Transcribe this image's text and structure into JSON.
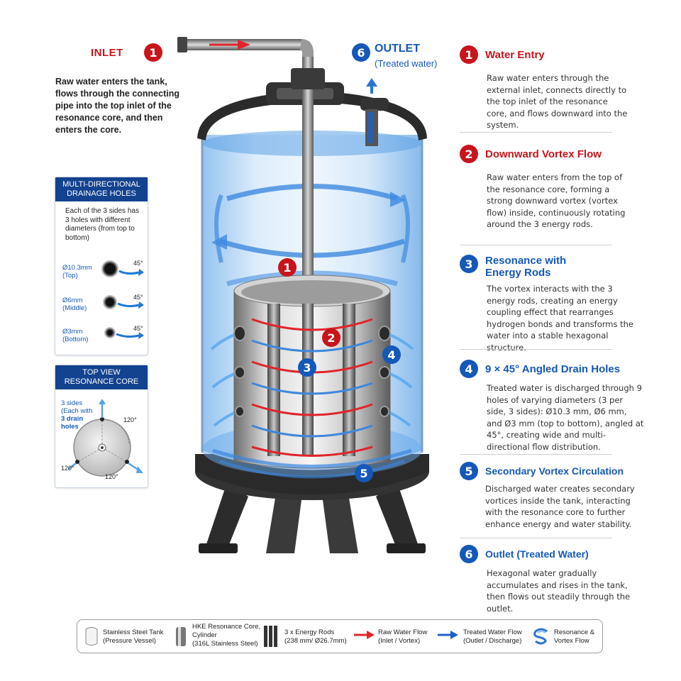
{
  "inlet": {
    "title": "INLET",
    "badge": "1",
    "text": "Raw water enters the tank, flows through the connecting pipe into the top inlet of the resonance core, and then enters the core."
  },
  "outlet": {
    "badge": "6",
    "title": "OUTLET",
    "subtitle": "(Treated water)"
  },
  "holes_panel": {
    "heading": "MULTI-DIRECTIONAL DRAINAGE HOLES",
    "text": "Each of the 3 sides has 3 holes with different diameters (from top to bottom)",
    "holes": [
      {
        "size": "Ø10.3mm",
        "pos": "(Top)",
        "angle": "45°"
      },
      {
        "size": "Ø6mm",
        "pos": "(Middle)",
        "angle": "45°"
      },
      {
        "size": "Ø3mm",
        "pos": "(Bottom)",
        "angle": "45°"
      }
    ]
  },
  "top_view": {
    "heading": "TOP VIEW RESONANCE CORE",
    "note_line1": "3 sides",
    "note_line2": "(Each with",
    "note_line3": "3 drain",
    "note_line4": "holes",
    "angle_right": "120°",
    "angle_left": "120°",
    "angle_bottom": "120°"
  },
  "diagram_badges": {
    "b1": "1",
    "b2": "2",
    "b3": "3",
    "b4": "4",
    "b5": "5"
  },
  "sections": [
    {
      "num": "1",
      "color": "red",
      "title": "Water Entry",
      "text": "Raw water enters through the external inlet, connects directly to the top inlet of the resonance core, and flows downward into the system."
    },
    {
      "num": "2",
      "color": "red",
      "title": "Downward Vortex Flow",
      "text": "Raw water enters from the top of the resonance core, forming a strong downward vortex (vortex flow) inside, continuously rotating around the 3 energy rods."
    },
    {
      "num": "3",
      "color": "blue",
      "title": "Resonance with Energy Rods",
      "text": "The vortex interacts with the 3 energy rods, creating an energy coupling effect that rearranges hydrogen bonds and transforms the water into a stable hexagonal structure."
    },
    {
      "num": "4",
      "color": "blue",
      "title": "9 × 45° Angled Drain Holes",
      "text": "Treated water is discharged through 9 holes of varying diameters (3 per side, 3 sides): Ø10.3 mm, Ø6 mm, and Ø3 mm (top to bottom), angled at 45°, creating wide and multi-directional flow distribution."
    },
    {
      "num": "5",
      "color": "blue",
      "title": "Secondary Vortex Circulation",
      "text": "Discharged water creates secondary vortices inside the tank, interacting with the resonance core to further enhance energy and water stability."
    },
    {
      "num": "6",
      "color": "blue",
      "title": "Outlet (Treated Water)",
      "text": "Hexagonal water gradually accumulates and rises in the tank, then flows out steadily through the outlet."
    }
  ],
  "legend": [
    {
      "icon": "tank-icon",
      "line1": "Stainless Steel Tank",
      "line2": "(Pressure Vessel)"
    },
    {
      "icon": "core-icon",
      "line1": "HKE Resonance Core,",
      "line2": "Cylinder",
      "line3": "(316L Stainless Steel)"
    },
    {
      "icon": "rods-icon",
      "line1": "3 x Energy Rods",
      "line2": "(238 mm/ Ø26.7mm)"
    },
    {
      "icon": "red-arrow-icon",
      "line1": "Raw Water Flow",
      "line2": "(Inlet / Vortex)"
    },
    {
      "icon": "blue-arrow-icon",
      "line1": "Treated Water Flow",
      "line2": "(Outlet / Discharge)"
    },
    {
      "icon": "vortex-icon",
      "line1": "Resonance &",
      "line2": "Vortex Flow"
    }
  ],
  "colors": {
    "red": "#c8141b",
    "blue": "#1458b8",
    "navy": "#13428f"
  }
}
